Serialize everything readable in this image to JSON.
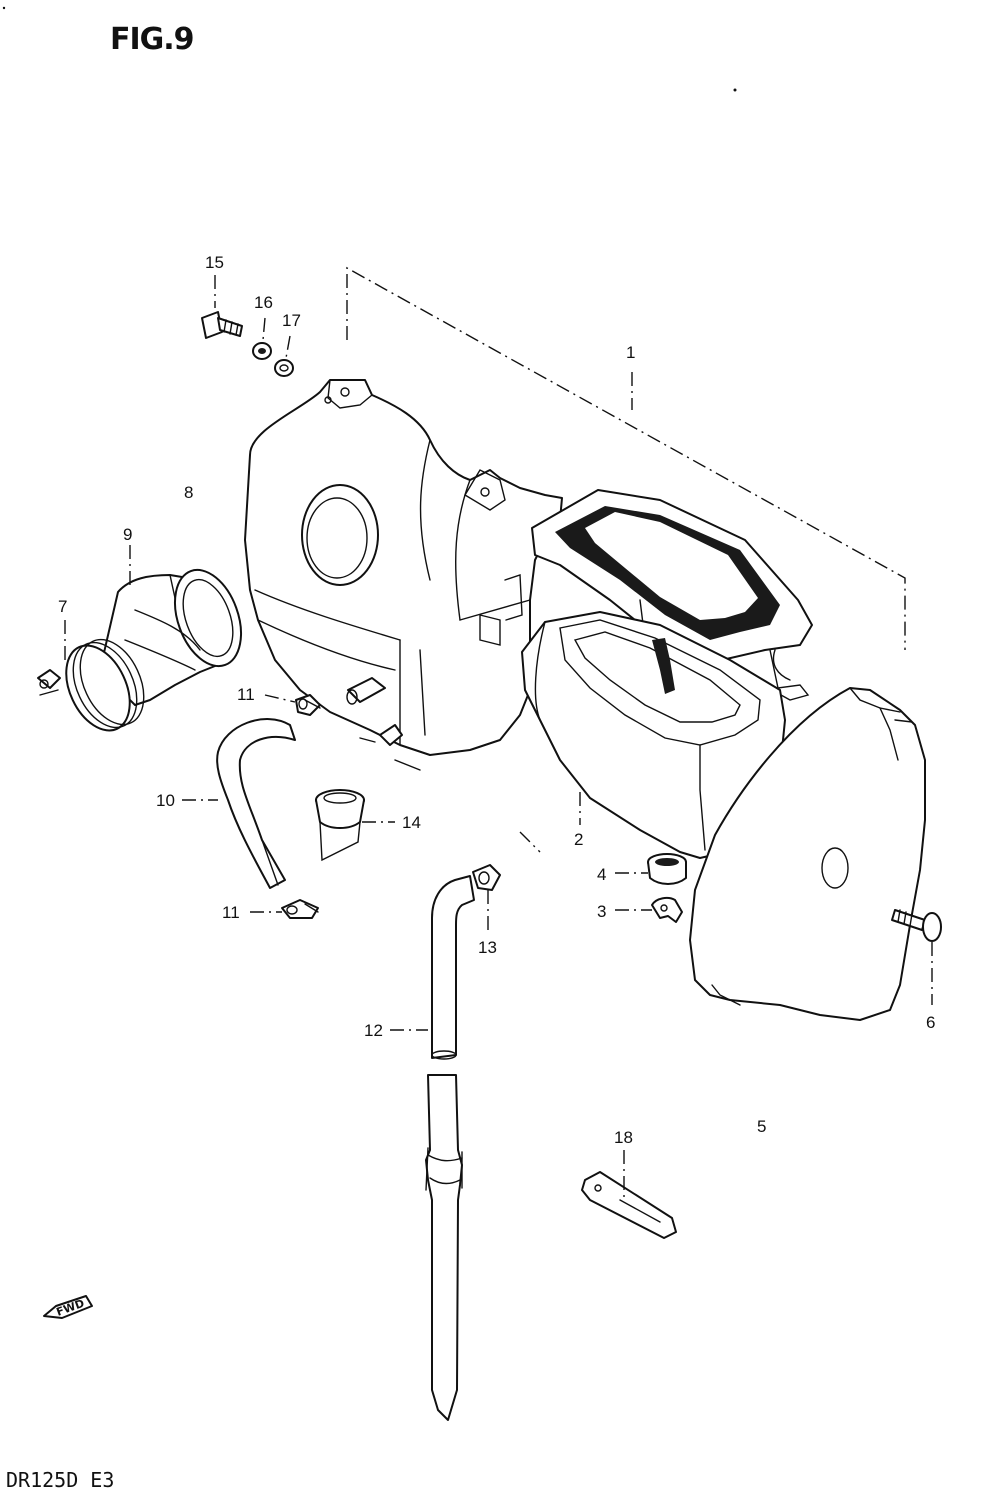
{
  "figure": {
    "title": "FIG.9",
    "model_code": "DR125D E3",
    "fwd_marker": "FWD"
  },
  "callouts": [
    {
      "id": "1",
      "label": "1"
    },
    {
      "id": "2",
      "label": "2"
    },
    {
      "id": "3",
      "label": "3"
    },
    {
      "id": "4",
      "label": "4"
    },
    {
      "id": "5",
      "label": "5"
    },
    {
      "id": "6",
      "label": "6"
    },
    {
      "id": "7",
      "label": "7"
    },
    {
      "id": "8",
      "label": "8"
    },
    {
      "id": "9",
      "label": "9"
    },
    {
      "id": "10",
      "label": "10"
    },
    {
      "id": "11a",
      "label": "11"
    },
    {
      "id": "11b",
      "label": "11"
    },
    {
      "id": "12",
      "label": "12"
    },
    {
      "id": "13",
      "label": "13"
    },
    {
      "id": "14",
      "label": "14"
    },
    {
      "id": "15",
      "label": "15"
    },
    {
      "id": "16",
      "label": "16"
    },
    {
      "id": "17",
      "label": "17"
    },
    {
      "id": "18",
      "label": "18"
    }
  ]
}
